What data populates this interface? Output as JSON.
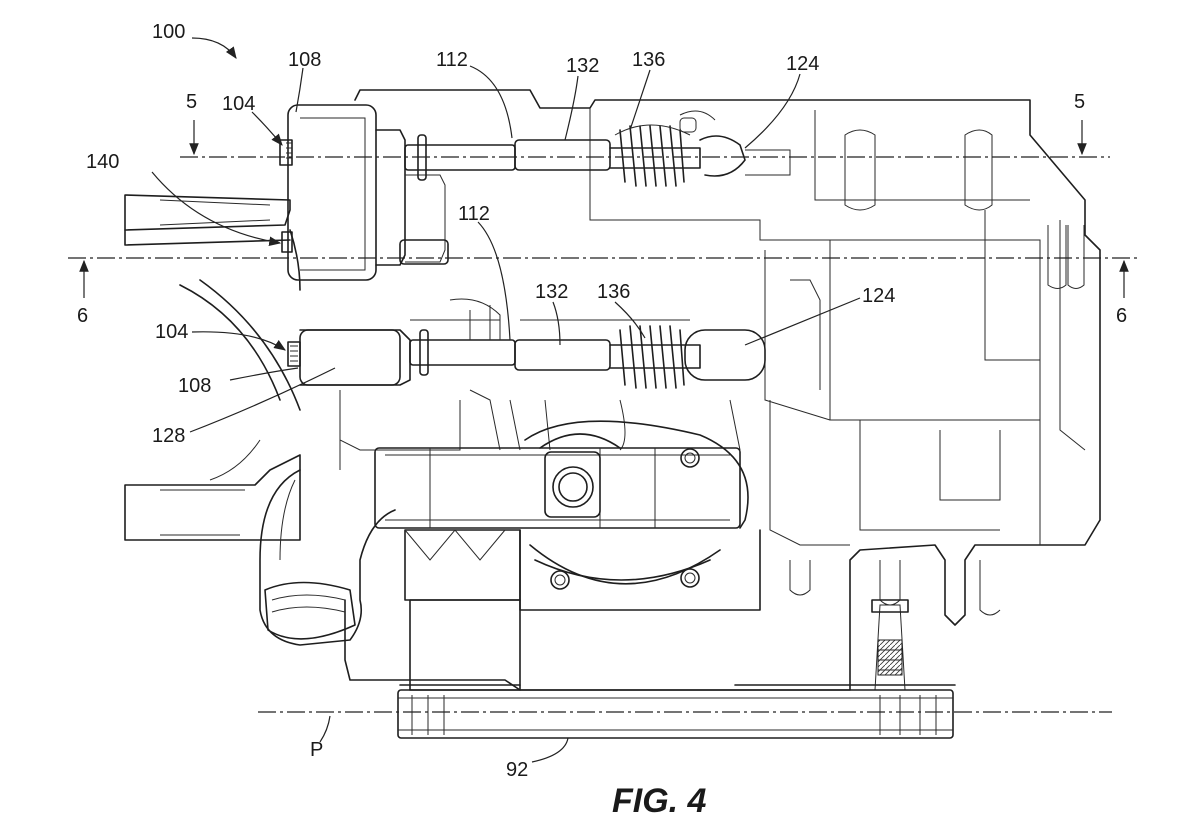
{
  "figure": {
    "caption": "FIG. 4"
  },
  "section_marks": {
    "top_left": "5",
    "top_right": "5",
    "mid_left": "6",
    "mid_right": "6"
  },
  "refs": {
    "r100": "100",
    "r108_top": "108",
    "r104_top": "104",
    "r140": "140",
    "r112_top": "112",
    "r132_top": "132",
    "r136_top": "136",
    "r124_top": "124",
    "r112_mid": "112",
    "r132_mid": "132",
    "r136_mid": "136",
    "r124_mid": "124",
    "r104_mid": "104",
    "r108_mid": "108",
    "r128": "128",
    "rP": "P",
    "r92": "92"
  }
}
